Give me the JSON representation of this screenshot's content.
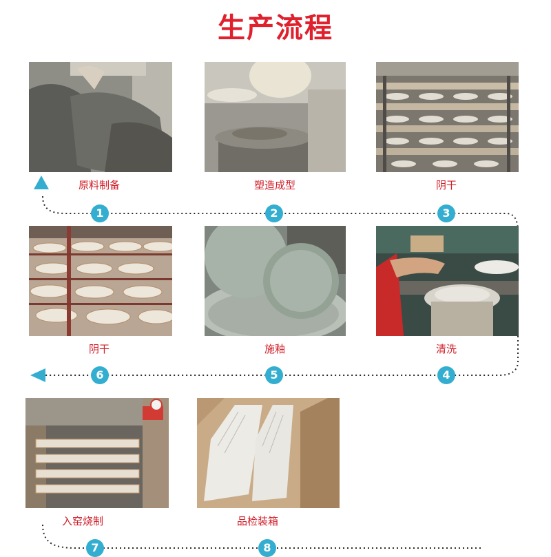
{
  "title": "生产流程",
  "colors": {
    "title": "#e0202c",
    "label": "#d0202a",
    "badge": "#33aed0",
    "path": "#2a2a2a",
    "arrow": "#33aed0"
  },
  "steps": [
    {
      "number": "1",
      "label": "原料制备",
      "image": "clay-bags-photo"
    },
    {
      "number": "2",
      "label": "塑造成型",
      "image": "plate-forming-photo"
    },
    {
      "number": "3",
      "label": "阴干",
      "image": "drying-rack-photo"
    },
    {
      "number": "4",
      "label": "清洗",
      "image": "cleaning-photo"
    },
    {
      "number": "5",
      "label": "施釉",
      "image": "glazing-photo"
    },
    {
      "number": "6",
      "label": "阴干",
      "image": "drying-plates-photo"
    },
    {
      "number": "7",
      "label": "入窑烧制",
      "image": "kiln-loading-photo"
    },
    {
      "number": "8",
      "label": "品检装箱",
      "image": "packing-box-photo"
    }
  ]
}
